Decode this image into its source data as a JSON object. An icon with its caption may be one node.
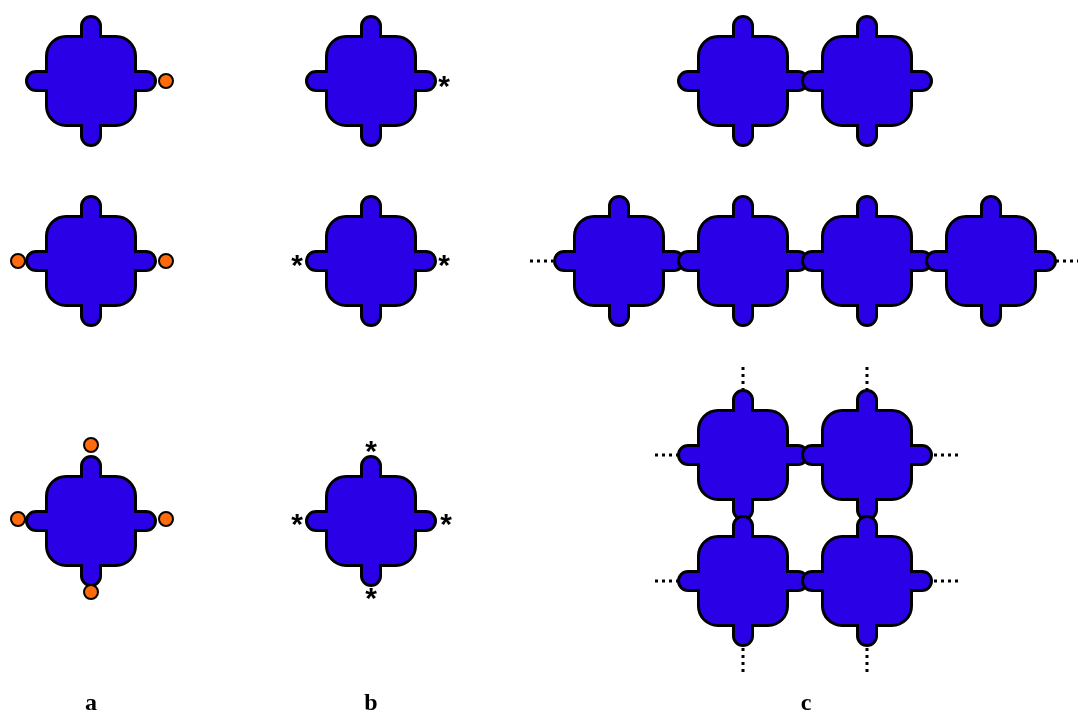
{
  "diagram": {
    "labels": [
      "*",
      "*",
      "*",
      "*",
      "*",
      "*",
      "*",
      "a",
      "b",
      "c"
    ]
  }
}
